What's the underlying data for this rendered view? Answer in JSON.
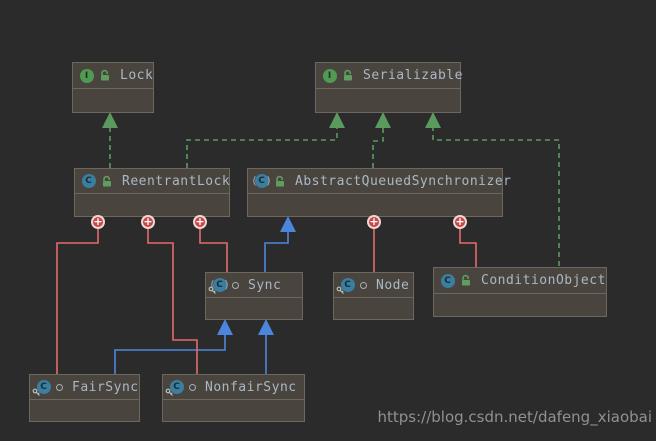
{
  "diagram": {
    "tool": "uml-class-diagram",
    "background": "#2b2b2b",
    "colors": {
      "realization_edge": "#5a9a5e",
      "generalization_edge": "#4c86dc",
      "inner_class_edge": "#e66a6a",
      "node_fill": "#49453e",
      "node_border": "#6c675f",
      "label_text": "#a9b7c6",
      "interface_icon": "#519a51",
      "class_icon": "#3a7ea0"
    }
  },
  "icons": {
    "plus": "+"
  },
  "nodes": [
    {
      "id": "lock",
      "label": "Lock",
      "kind": "interface",
      "visibility": "public",
      "static": false,
      "icon_letter": "I"
    },
    {
      "id": "serializable",
      "label": "Serializable",
      "kind": "interface",
      "visibility": "public",
      "static": false,
      "icon_letter": "I"
    },
    {
      "id": "reentrantlock",
      "label": "ReentrantLock",
      "kind": "class",
      "visibility": "public",
      "static": false,
      "icon_letter": "C"
    },
    {
      "id": "aqs",
      "label": "AbstractQueuedSynchronizer",
      "kind": "abstract-class",
      "visibility": "public",
      "static": false,
      "icon_letter": "C"
    },
    {
      "id": "sync",
      "label": "Sync",
      "kind": "abstract-class",
      "visibility": "package-private",
      "static": true,
      "icon_letter": "C"
    },
    {
      "id": "node",
      "label": "Node",
      "kind": "class",
      "visibility": "package-private",
      "static": true,
      "icon_letter": "C"
    },
    {
      "id": "conditionobject",
      "label": "ConditionObject",
      "kind": "class",
      "visibility": "public",
      "static": false,
      "icon_letter": "C"
    },
    {
      "id": "fairsync",
      "label": "FairSync",
      "kind": "class",
      "visibility": "package-private",
      "static": true,
      "icon_letter": "C"
    },
    {
      "id": "nonfairsync",
      "label": "NonfairSync",
      "kind": "class",
      "visibility": "package-private",
      "static": true,
      "icon_letter": "C"
    }
  ],
  "edges": [
    {
      "from": "ReentrantLock",
      "to": "Lock",
      "type": "implements"
    },
    {
      "from": "ReentrantLock",
      "to": "Serializable",
      "type": "implements"
    },
    {
      "from": "AbstractQueuedSynchronizer",
      "to": "Serializable",
      "type": "implements"
    },
    {
      "from": "ConditionObject",
      "to": "Serializable",
      "type": "implements"
    },
    {
      "from": "Sync",
      "to": "AbstractQueuedSynchronizer",
      "type": "extends"
    },
    {
      "from": "FairSync",
      "to": "Sync",
      "type": "extends"
    },
    {
      "from": "NonfairSync",
      "to": "Sync",
      "type": "extends"
    },
    {
      "from": "ReentrantLock",
      "to": "FairSync",
      "type": "inner-class"
    },
    {
      "from": "ReentrantLock",
      "to": "NonfairSync",
      "type": "inner-class"
    },
    {
      "from": "ReentrantLock",
      "to": "Sync",
      "type": "inner-class"
    },
    {
      "from": "AbstractQueuedSynchronizer",
      "to": "Node",
      "type": "inner-class"
    },
    {
      "from": "AbstractQueuedSynchronizer",
      "to": "ConditionObject",
      "type": "inner-class"
    }
  ],
  "watermark": {
    "text": "https://blog.csdn.net/dafeng_xiaobai"
  }
}
